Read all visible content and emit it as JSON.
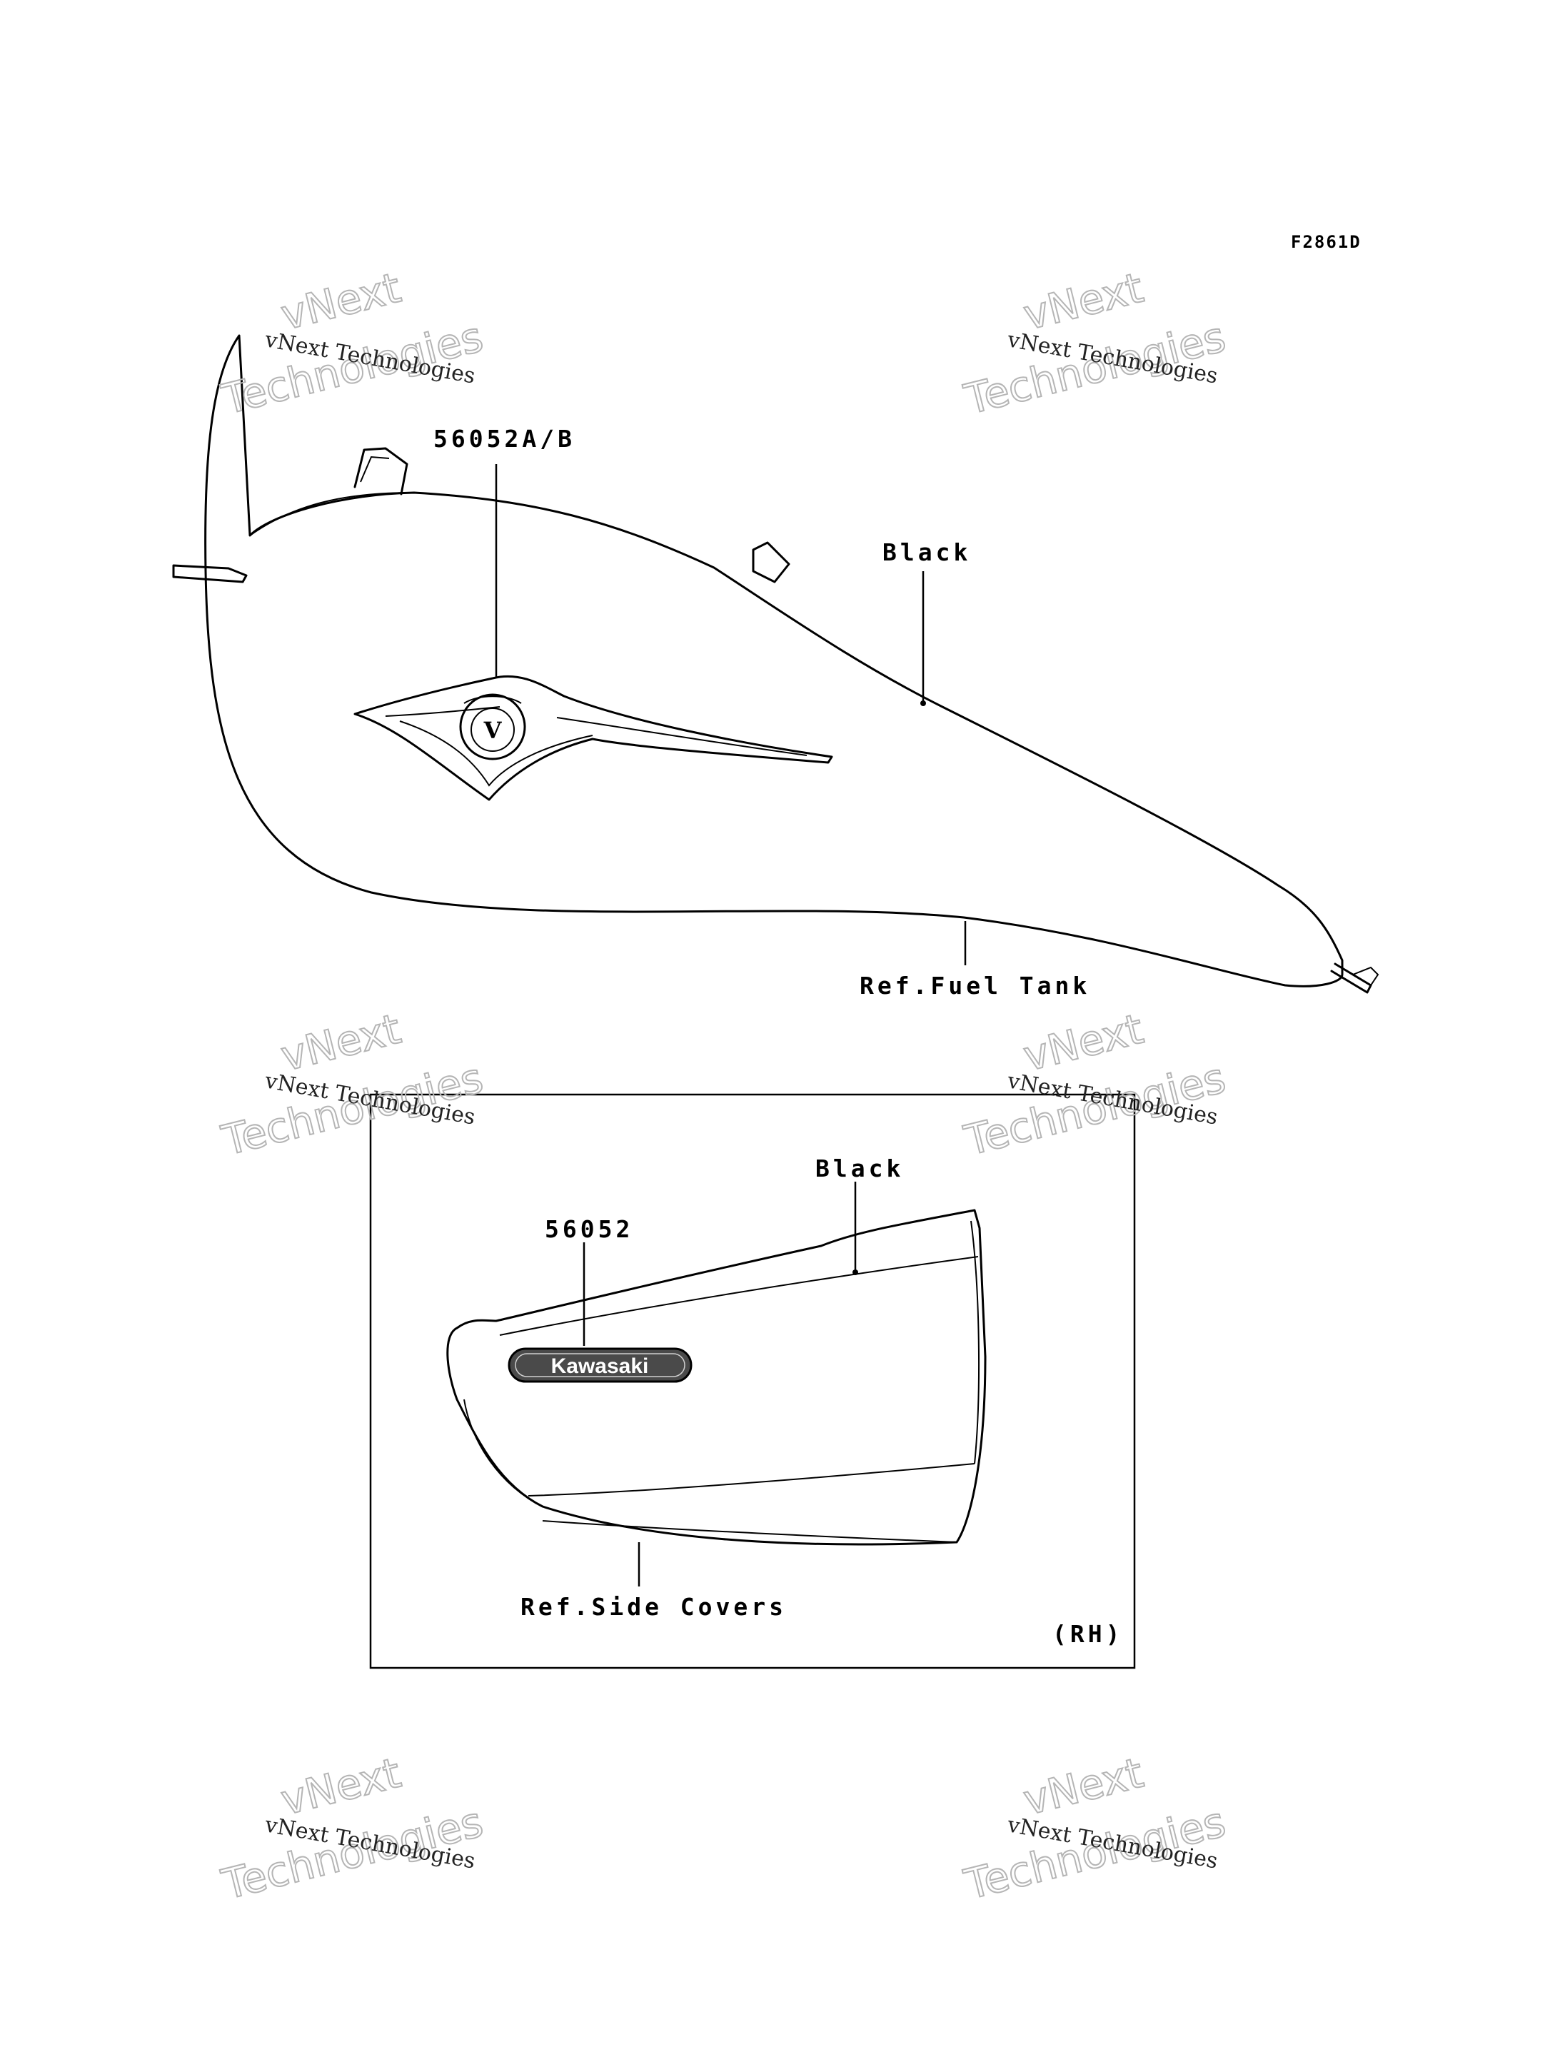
{
  "figure_code": "F2861D",
  "watermark": {
    "line1": "vNext Technologies",
    "line2a": "vNext",
    "line2b": "Technologies"
  },
  "callouts": {
    "tank_part": "56052A/B",
    "tank_color": "Black",
    "tank_ref": "Ref.Fuel Tank",
    "cover_part": "56052",
    "cover_color": "Black",
    "cover_ref": "Ref.Side Covers",
    "cover_side": "(RH)"
  },
  "emblem_text": "Kawasaki",
  "tank_badge_letter": "V",
  "colors": {
    "line": "#000000",
    "watermark_outline": "#b5b5b5",
    "background": "#ffffff"
  }
}
